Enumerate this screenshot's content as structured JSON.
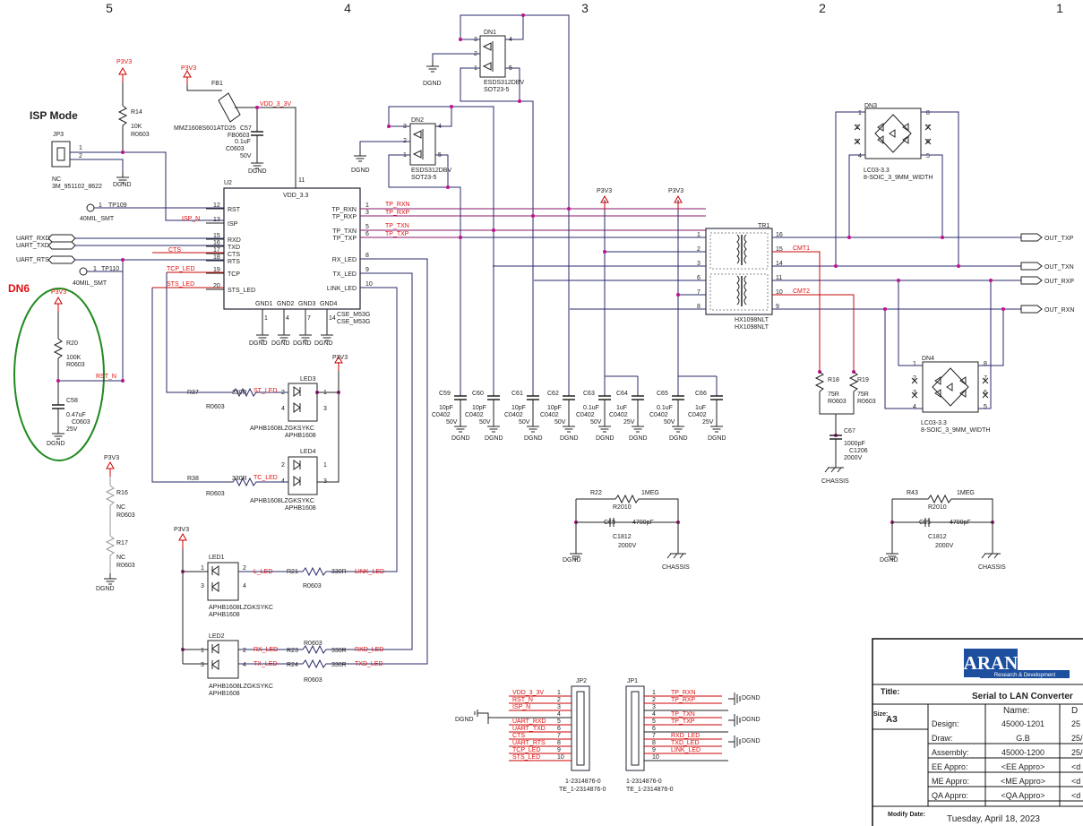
{
  "sheet": {
    "columns": [
      "5",
      "4",
      "3",
      "2",
      "1"
    ],
    "title_heading": "ISP Mode",
    "dn6_label": "DN6"
  },
  "nets": {
    "p3v3": "P3V3",
    "dgnd": "DGND",
    "chassis": "CHASSIS",
    "vdd": "VDD_3_3V",
    "isp_n": "ISP_N",
    "rst_n": "RST_N",
    "cts": "CTS",
    "tcp_led": "TCP_LED",
    "sts_led": "STS_LED",
    "st_led": "ST_LED",
    "tc_led": "TC_LED",
    "l_led": "L_LED",
    "link_led": "LINK_LED",
    "rx_led": "RX_LED",
    "tx_led": "TX_LED",
    "rxd_led": "RXD_LED",
    "txd_led": "TXD_LED",
    "tp_rxn": "TP_RXN",
    "tp_rxp": "TP_RXP",
    "tp_txn": "TP_TXN",
    "tp_txp": "TP_TXP",
    "cmt1": "CMT1",
    "cmt2": "CMT2",
    "uart_rxd": "UART_RXD",
    "uart_txd": "UART_TXD",
    "uart_rts": "UART_RTS",
    "out_txp": "OUT_TXP",
    "out_txn": "OUT_TXN",
    "out_rxp": "OUT_RXP",
    "out_rxn": "OUT_RXN"
  },
  "parts": {
    "jp3": {
      "ref": "JP3",
      "value": "NC",
      "pn": "3M_951102_8622",
      "p1": "1",
      "p2": "2"
    },
    "r14": {
      "ref": "R14",
      "value": "10K",
      "pkg": "R0603"
    },
    "fb1": {
      "ref": "FB1",
      "pn": "MMZ1608S601ATD25",
      "pkg": "FB0603"
    },
    "c57": {
      "ref": "C57",
      "value": "0.1uF",
      "pkg": "C0603",
      "v": "50V"
    },
    "tp109": {
      "ref": "TP109",
      "pkg": "40MIL_SMT",
      "pin": "1"
    },
    "tp110": {
      "ref": "TP110",
      "pkg": "40MIL_SMT",
      "pin": "1"
    },
    "r20": {
      "ref": "R20",
      "value": "100K",
      "pkg": "R0603"
    },
    "c58": {
      "ref": "C58",
      "value": "0.47uF",
      "pkg": "C0603",
      "v": "25V"
    },
    "r16": {
      "ref": "R16",
      "value": "NC",
      "pkg": "R0603"
    },
    "r17": {
      "ref": "R17",
      "value": "NC",
      "pkg": "R0603"
    },
    "u2": {
      "ref": "U2",
      "pn": "CSE_M53G",
      "vdd": "VDD_3.3",
      "left_pins": [
        [
          "12",
          "RST"
        ],
        [
          "13",
          "ISP"
        ],
        [
          "15",
          "RXD"
        ],
        [
          "16",
          "TXD"
        ],
        [
          "17",
          "CTS"
        ],
        [
          "18",
          "RTS"
        ],
        [
          "19",
          "TCP"
        ],
        [
          "20",
          "STS_LED"
        ]
      ],
      "right_pins": [
        [
          "1",
          "TP_RXN"
        ],
        [
          "3",
          "TP_RXP"
        ],
        [
          "5",
          "TP_TXN"
        ],
        [
          "6",
          "TP_TXP"
        ],
        [
          "8",
          "RX_LED"
        ],
        [
          "9",
          "TX_LED"
        ],
        [
          "10",
          "LINK_LED"
        ]
      ],
      "top_pin": "11",
      "gnd_pins": [
        [
          "1",
          "GND1"
        ],
        [
          "4",
          "GND2"
        ],
        [
          "7",
          "GND3"
        ],
        [
          "14",
          "GND4"
        ]
      ]
    },
    "dn1": {
      "ref": "DN1",
      "pn": "ESDS312DBV",
      "pkg": "SOT23-5",
      "pins": [
        "3",
        "2",
        "1",
        "4",
        "5"
      ]
    },
    "dn2": {
      "ref": "DN2",
      "pn": "ESDS312DBV",
      "pkg": "SOT23-5",
      "pins": [
        "3",
        "2",
        "1",
        "4",
        "5"
      ]
    },
    "dn3": {
      "ref": "DN3",
      "pn": "LC03-3.3",
      "pkg": "8-SOIC_3_9MM_WIDTH",
      "pins": [
        "1",
        "2",
        "3",
        "4",
        "8",
        "7",
        "6",
        "5"
      ]
    },
    "dn4": {
      "ref": "DN4",
      "pn": "LC03-3.3",
      "pkg": "8-SOIC_3_9MM_WIDTH",
      "pins": [
        "1",
        "2",
        "3",
        "4",
        "8",
        "7",
        "6",
        "5"
      ]
    },
    "tr1": {
      "ref": "TR1",
      "pn": "HX1098NLT",
      "left": [
        "1",
        "2",
        "3",
        "6",
        "7",
        "8"
      ],
      "right": [
        "16",
        "15",
        "14",
        "11",
        "10",
        "9"
      ]
    },
    "led3": {
      "ref": "LED3",
      "pn": "APHB1608LZGKSYKC",
      "pkg": "APHB1608",
      "pins": [
        "2",
        "4",
        "1",
        "3"
      ]
    },
    "led4": {
      "ref": "LED4",
      "pn": "APHB1608LZGKSYKC",
      "pkg": "APHB1608",
      "pins": [
        "2",
        "4",
        "1",
        "3"
      ]
    },
    "led1": {
      "ref": "LED1",
      "pn": "APHB1608LZGKSYKC",
      "pkg": "APHB1608",
      "pins": [
        "1",
        "3",
        "2",
        "4"
      ]
    },
    "led2": {
      "ref": "LED2",
      "pn": "APHB1608LZGKSYKC",
      "pkg": "APHB1608",
      "pins": [
        "1",
        "3",
        "2",
        "4"
      ]
    },
    "r37": {
      "ref": "R37",
      "value": "330R",
      "pkg": "R0603"
    },
    "r38": {
      "ref": "R38",
      "value": "330R",
      "pkg": "R0603"
    },
    "r21": {
      "ref": "R21",
      "value": "330R",
      "pkg": "R0603"
    },
    "r23": {
      "ref": "R23",
      "value": "330R",
      "pkg": "R0603"
    },
    "r24": {
      "ref": "R24",
      "value": "330R",
      "pkg": "R0603"
    },
    "caps": [
      {
        "ref": "C59",
        "value": "10pF",
        "pkg": "C0402",
        "v": "50V"
      },
      {
        "ref": "C60",
        "value": "10pF",
        "pkg": "C0402",
        "v": "50V"
      },
      {
        "ref": "C61",
        "value": "10pF",
        "pkg": "C0402",
        "v": "50V"
      },
      {
        "ref": "C62",
        "value": "10pF",
        "pkg": "C0402",
        "v": "50V"
      },
      {
        "ref": "C63",
        "value": "0.1uF",
        "pkg": "C0402",
        "v": "50V"
      },
      {
        "ref": "C64",
        "value": "1uF",
        "pkg": "C0402",
        "v": "25V"
      },
      {
        "ref": "C65",
        "value": "0.1uF",
        "pkg": "C0402",
        "v": "50V"
      },
      {
        "ref": "C66",
        "value": "1uF",
        "pkg": "C0402",
        "v": "25V"
      }
    ],
    "r18": {
      "ref": "R18",
      "value": "75R",
      "pkg": "R0603"
    },
    "r19": {
      "ref": "R19",
      "value": "75R",
      "pkg": "R0603"
    },
    "c67": {
      "ref": "C67",
      "value": "1000pF",
      "pkg": "C1206",
      "v": "2000V"
    },
    "r22": {
      "ref": "R22",
      "value": "1MEG",
      "pkg": "R2010"
    },
    "c68": {
      "ref": "C68",
      "value": "4700pF",
      "pkg": "C1812",
      "v": "2000V"
    },
    "r43": {
      "ref": "R43",
      "value": "1MEG",
      "pkg": "R2010"
    },
    "c95": {
      "ref": "C95",
      "value": "4700pF",
      "pkg": "C1812",
      "v": "2000V"
    },
    "jp2": {
      "ref": "JP2",
      "pn": "1-2314876-0",
      "pkg": "TE_1-2314876-0",
      "signals": [
        "VDD_3_3V",
        "RST_N",
        "ISP_N",
        "",
        "UART_RXD",
        "UART_TXD",
        "CTS",
        "UART_RTS",
        "TCP_LED",
        "STS_LED"
      ],
      "pins": [
        "1",
        "2",
        "3",
        "4",
        "5",
        "6",
        "7",
        "8",
        "9",
        "10"
      ]
    },
    "jp1": {
      "ref": "JP1",
      "pn": "1-2314876-0",
      "pkg": "TE_1-2314876-0",
      "signals": [
        "TP_RXN",
        "TP_RXP",
        "",
        "TP_TXN",
        "TP_TXP",
        "",
        "RXD_LED",
        "TXD_LED",
        "LINK_LED",
        ""
      ],
      "pins": [
        "1",
        "2",
        "3",
        "4",
        "5",
        "6",
        "7",
        "8",
        "9",
        "10"
      ]
    }
  },
  "title_block": {
    "logo_text": "ARAN",
    "logo_sub": "Research & Development",
    "title_label": "Title:",
    "title_value": "Serial to LAN Converter",
    "name_header": "Name:",
    "trail_header": "D",
    "size_label": "Size:",
    "size_value": "A3",
    "rows": [
      {
        "label": "Design:",
        "value": "45000-1201",
        "trail": "25"
      },
      {
        "label": "Draw:",
        "value": "G.B",
        "trail": "25/"
      },
      {
        "label": "Assembly:",
        "value": "45000-1200",
        "trail": "25/"
      },
      {
        "label": "EE Appro:",
        "value": "<EE Appro>",
        "trail": "<d"
      },
      {
        "label": "ME Appro:",
        "value": "<ME Appro>",
        "trail": "<d"
      },
      {
        "label": "QA Appro:",
        "value": "<QA Appro>",
        "trail": "<d"
      }
    ],
    "modify_label": "Modify Date:",
    "modify_value": "Tuesday, April 18, 2023"
  }
}
